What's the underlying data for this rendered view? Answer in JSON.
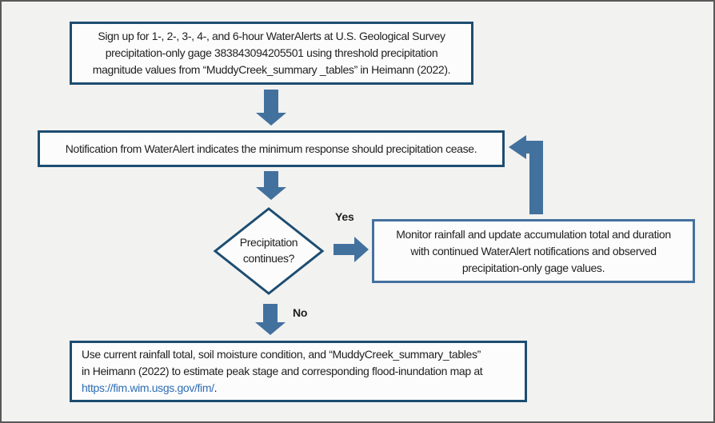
{
  "palette": {
    "background": "#f2f2f1",
    "canvas_border": "#595959",
    "box_border_dark": "#1d4d71",
    "box_border_steel": "#44719e",
    "box_fill": "#fcfcfc",
    "arrow_fill": "#43719e",
    "text": "#1f1f1f",
    "link": "#2e6db4"
  },
  "diagram": {
    "signup_box": {
      "lines": [
        "Sign up for 1-, 2-, 3-, 4-, and 6-hour WaterAlerts at U.S. Geological Survey",
        "precipitation-only gage 383843094205501 using threshold precipitation",
        "magnitude values from “MuddyCreek_summary _tables” in Heimann (2022)."
      ]
    },
    "notification_box": {
      "text": "Notification from WaterAlert indicates the minimum response should precipitation cease."
    },
    "decision_diamond": {
      "lines": [
        "Precipitation",
        "continues?"
      ]
    },
    "branch_labels": {
      "yes": "Yes",
      "no": "No"
    },
    "monitor_box": {
      "lines": [
        "Monitor rainfall and update accumulation total and duration",
        "with continued WaterAlert notifications and observed",
        "precipitation-only gage values."
      ]
    },
    "estimate_box": {
      "lines": [
        "Use current rainfall total, soil moisture condition, and “MuddyCreek_summary_tables”",
        "in Heimann (2022) to estimate peak stage and corresponding flood-inundation map at"
      ],
      "link_text": "https://fim.wim.usgs.gov/fim/",
      "link_suffix": "."
    }
  }
}
